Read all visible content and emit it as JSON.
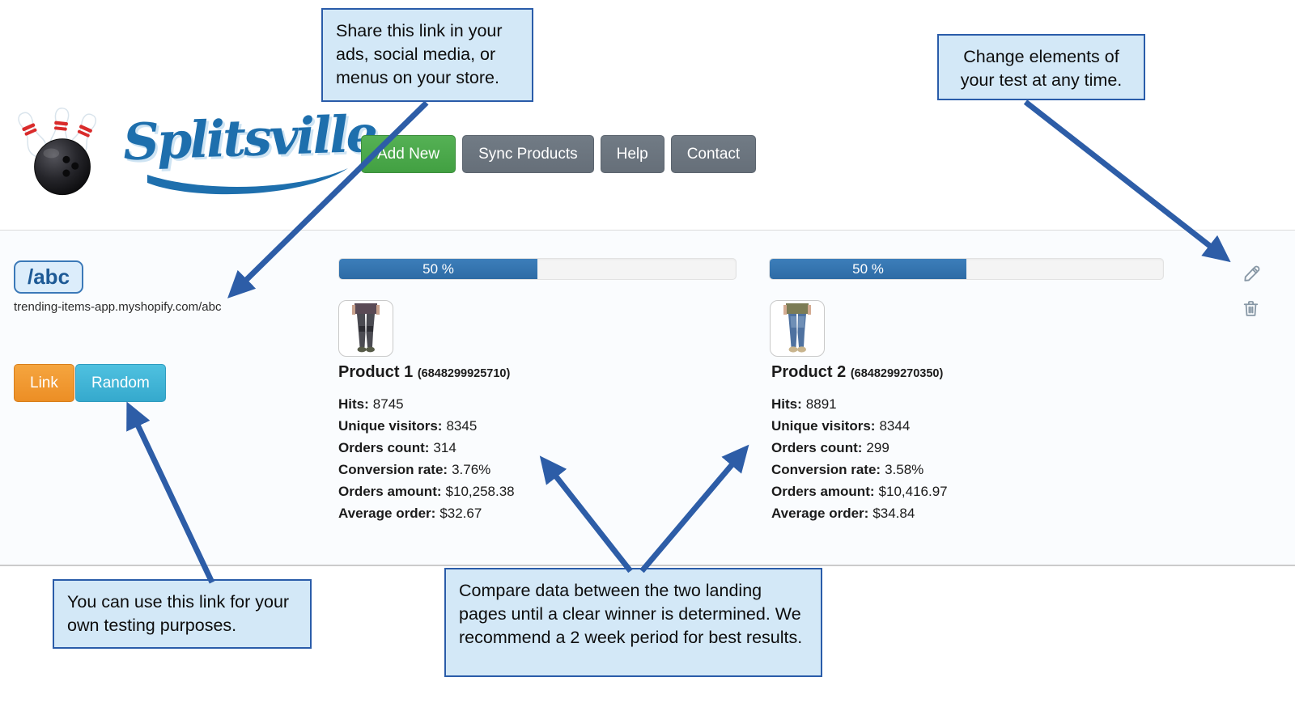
{
  "brand": {
    "name": "Splitsville"
  },
  "nav": {
    "add_new": "Add New",
    "sync_products": "Sync Products",
    "help": "Help",
    "contact": "Contact"
  },
  "callouts": {
    "share": "Share this link in your ads, social media, or menus on your store.",
    "change": "Change elements of your test at any time.",
    "testing": "You can use this link for your own testing purposes.",
    "compare": "Compare data between the two landing pages until a clear winner is determined. We recommend a 2 week period for best results."
  },
  "test_link": {
    "slug": "/abc",
    "url": "trending-items-app.myshopify.com/abc",
    "link_button": "Link",
    "random_button": "Random"
  },
  "products": [
    {
      "name": "Product 1",
      "id": "(6848299925710)",
      "split_label": "50 %",
      "split_pct": 50,
      "stats": [
        {
          "label": "Hits:",
          "value": "8745"
        },
        {
          "label": "Unique visitors:",
          "value": "8345"
        },
        {
          "label": "Orders count:",
          "value": "314"
        },
        {
          "label": "Conversion rate:",
          "value": "3.76%"
        },
        {
          "label": "Orders amount:",
          "value": "$10,258.38"
        },
        {
          "label": "Average order:",
          "value": "$32.67"
        }
      ]
    },
    {
      "name": "Product 2",
      "id": "(6848299270350)",
      "split_label": "50 %",
      "split_pct": 50,
      "stats": [
        {
          "label": "Hits:",
          "value": "8891"
        },
        {
          "label": "Unique visitors:",
          "value": "8344"
        },
        {
          "label": "Orders count:",
          "value": "299"
        },
        {
          "label": "Conversion rate:",
          "value": "3.58%"
        },
        {
          "label": "Orders amount:",
          "value": "$10,416.97"
        },
        {
          "label": "Average order:",
          "value": "$34.84"
        }
      ]
    }
  ],
  "icons": {
    "logo": "bowling-pins-and-ball-icon",
    "edit": "pencil-icon",
    "delete": "trash-icon"
  },
  "colors": {
    "accent_arrow_blue": "#2d5da7",
    "callout_bg": "#d3e8f7",
    "callout_border": "#2a5ca9",
    "logo_blue": "#1e6fad",
    "green_button": "#4aa74a",
    "gray_button": "#6b7580",
    "orange_button": "#f0963b",
    "cyan_button": "#43b5d8",
    "progress_fill": "#3276b1"
  }
}
